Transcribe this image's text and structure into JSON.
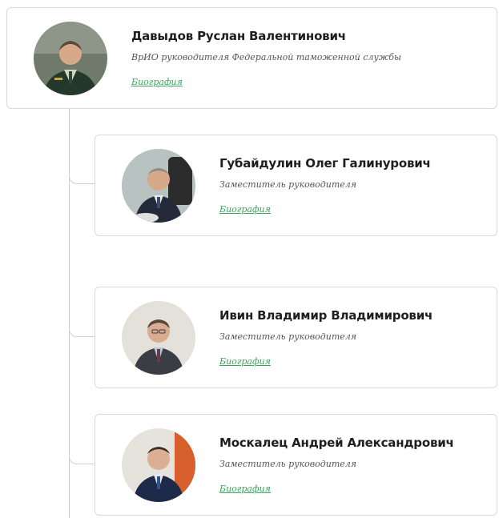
{
  "head": {
    "name": "Давыдов Руслан Валентинович",
    "position": "ВрИО руководителя Федеральной таможенной службы",
    "bio_link": "Биография"
  },
  "deputies": [
    {
      "name": "Губайдулин Олег Галинурович",
      "position": "Заместитель руководителя",
      "bio_link": "Биография"
    },
    {
      "name": "Ивин Владимир Владимирович",
      "position": "Заместитель руководителя",
      "bio_link": "Биография"
    },
    {
      "name": "Москалец Андрей Александрович",
      "position": "Заместитель руководителя",
      "bio_link": "Биография"
    }
  ],
  "colors": {
    "link": "#3aa65c",
    "card_border": "#d9d9d9",
    "tree_line": "#cfcfcf",
    "name_text": "#1f1f1f",
    "position_text": "#555555"
  },
  "icons": {
    "portrait": "person-photo"
  }
}
